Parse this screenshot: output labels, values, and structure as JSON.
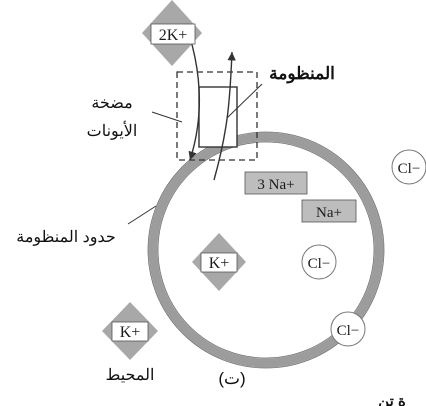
{
  "labels": {
    "system": "المنظومة",
    "ion_pump_line1": "مضخة",
    "ion_pump_line2": "الأيونات",
    "system_boundary": "حدود المنظومة",
    "surroundings": "المحيط",
    "panel_label": "(ت)",
    "cut_off_text": "ة تن"
  },
  "ions": {
    "k2_top": "2K+",
    "k_inside": "K+",
    "k_outside": "K+",
    "na3": "3 Na+",
    "na": "Na+",
    "cl_right_top": "Cl−",
    "cl_inside": "Cl−",
    "cl_bottom": "Cl−"
  },
  "colors": {
    "membrane": "#9c9c9c",
    "diamond": "#a8a8a8",
    "na_box": "#bdbdbd",
    "line": "#333333"
  }
}
